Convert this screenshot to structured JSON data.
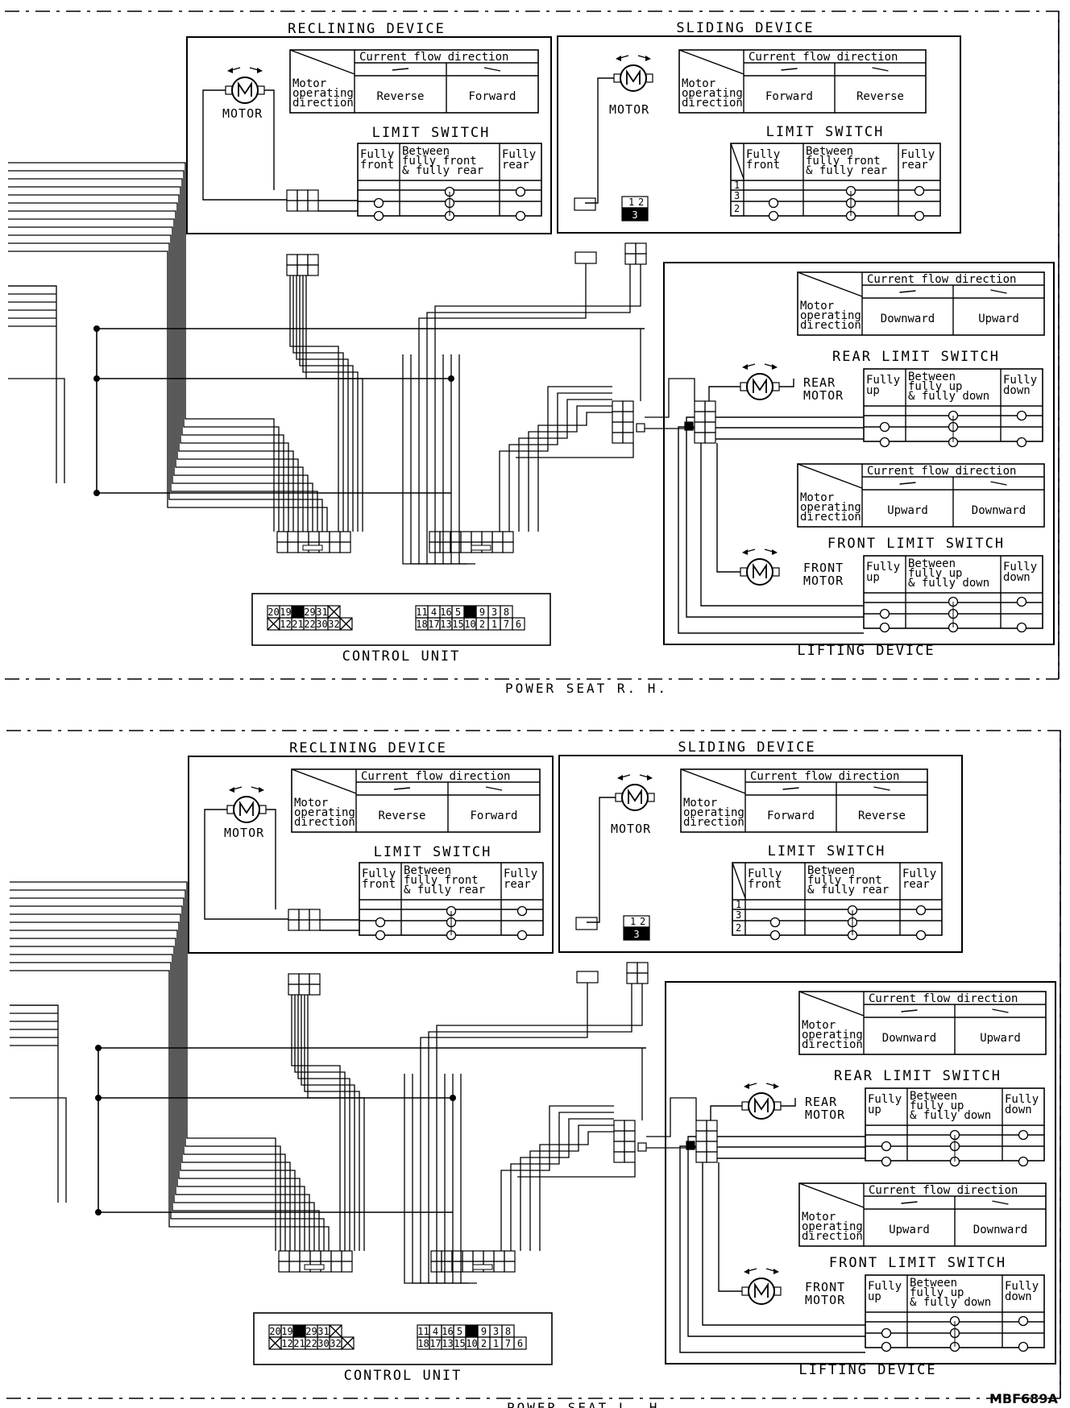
{
  "tables": {
    "current_flow_direction": "Current flow direction",
    "motor_operating_direction": [
      "Motor",
      "operating",
      "direction"
    ],
    "limit_switch": "LIMIT SWITCH",
    "rear_limit_switch": "REAR LIMIT SWITCH",
    "front_limit_switch": "FRONT LIMIT SWITCH",
    "reverse": "Reverse",
    "forward": "Forward",
    "downward": "Downward",
    "upward": "Upward",
    "fully_front": [
      "Fully",
      "front"
    ],
    "fully_rear": [
      "Fully",
      "rear"
    ],
    "between_front_rear": [
      "Between",
      "fully front",
      "& fully rear"
    ],
    "fully_up": [
      "Fully",
      "up"
    ],
    "fully_down": [
      "Fully",
      "down"
    ],
    "between_up_down": [
      "Between",
      "fully up",
      "& fully down"
    ],
    "pins": [
      "1",
      "2",
      "3"
    ]
  },
  "labels": {
    "motor": "MOTOR",
    "rear_motor": [
      "REAR",
      "MOTOR"
    ],
    "front_motor": [
      "FRONT",
      "MOTOR"
    ]
  },
  "connector": {
    "left_top": [
      "20",
      "19",
      "",
      "29",
      "31",
      "X"
    ],
    "left_bottom": [
      "X",
      "12",
      "21",
      "22",
      "30",
      "32",
      "X"
    ],
    "right_top": [
      "11",
      "4",
      "16",
      "5",
      "",
      "9",
      "3",
      "8"
    ],
    "right_bottom": [
      "18",
      "17",
      "13",
      "15",
      "10",
      "2",
      "1",
      "7",
      "6"
    ]
  },
  "panels": [
    {
      "reclining_title": "RECLINING DEVICE",
      "sliding_title": "SLIDING DEVICE",
      "control_unit": "CONTROL UNIT",
      "lifting_device": "LIFTING DEVICE",
      "caption": "POWER SEAT R. H."
    },
    {
      "reclining_title": "RECLINING DEVICE",
      "sliding_title": "SLIDING DEVICE",
      "control_unit": "CONTROL UNIT",
      "lifting_device": "LIFTING DEVICE",
      "caption": "POWER SEAT L. H."
    }
  ],
  "figure_code": "MBF689A"
}
